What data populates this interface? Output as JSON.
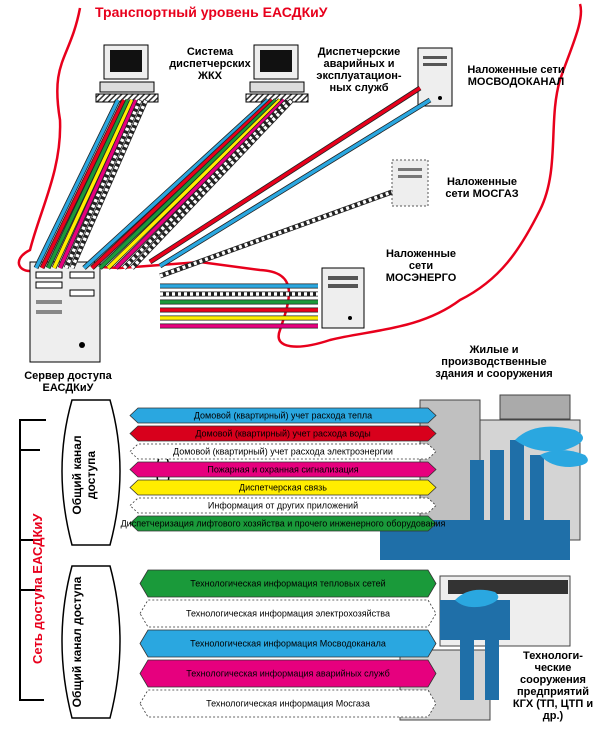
{
  "title": "Транспортный уровень ЕАСДКиУ",
  "nodes": {
    "zhkh": "Система диспетчерских ЖКХ",
    "avar": "Диспетчерские аварийных и эксплуатацион-ных служб",
    "mosvodokanal": "Наложенные сети МОСВОДОКАНАЛ",
    "mosgaz": "Наложенные сети МОСГАЗ",
    "mosenergo": "Наложенные сети МОСЭНЕРГО",
    "server": "Сервер доступа ЕАСДКиУ",
    "buildings": "Жилые и производственные здания и сооружения",
    "tech_facilities": "Технологи-ческие сооружения предприятий КГХ (ТП, ЦТП и др.)"
  },
  "access_network_label": "Сеть доступа ЕАСДКиУ",
  "channel_label_top": "Общий канал доступа",
  "channel_label_bottom": "Общий канал доступа",
  "channels_upper": [
    {
      "label": "Домовой (квартирный) учет расхода тепла",
      "color": "#2aa7e0"
    },
    {
      "label": "Домовой (квартирный) учет расхода воды",
      "color": "#d8001c"
    },
    {
      "label": "Домовой (квартирный) учет расхода электроэнергии",
      "color": "#ffffff"
    },
    {
      "label": "Пожарная и охранная сигнализация",
      "color": "#e6007e"
    },
    {
      "label": "Диспетчерская связь",
      "color": "#ffed00"
    },
    {
      "label": "Информация от других приложений",
      "color": "#ffffff"
    },
    {
      "label": "Диспетчеризация лифтового хозяйства и прочего инженерного оборудования",
      "color": "#1a9a3a"
    }
  ],
  "channels_lower": [
    {
      "label": "Технологическая информация тепловых сетей",
      "color": "#1a9a3a"
    },
    {
      "label": "Технологическая информация электрохозяйства",
      "color": "#ffffff"
    },
    {
      "label": "Технологическая информация Мосводоканала",
      "color": "#2aa7e0"
    },
    {
      "label": "Технологическая информация аварийных служб",
      "color": "#e6007e"
    },
    {
      "label": "Технологическая информация Мосгаза",
      "color": "#ffffff"
    }
  ],
  "colors": {
    "red": "#e8001c",
    "blue": "#2aa7e0",
    "green": "#1a9a3a",
    "yellow": "#ffed00",
    "magenta": "#e6007e",
    "factory": "#1f6fa8"
  }
}
